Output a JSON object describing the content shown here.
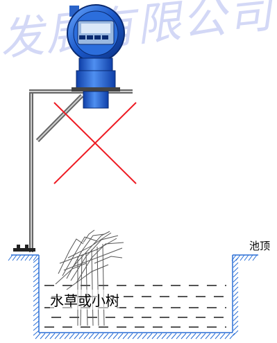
{
  "watermark": "发展有限公司",
  "labels": {
    "pool_top": "池顶",
    "plants": "水草或小树"
  },
  "colors": {
    "device_blue": "#1a57c8",
    "device_light_blue": "#4f8ff0",
    "cross_red": "#ee1c24",
    "hatch_blue": "#2a6fd6",
    "water_dash": "#1a1a1a"
  },
  "icons": {
    "forbidden_mark": "red-x-icon",
    "sensor": "ultrasonic-level-meter-icon"
  }
}
